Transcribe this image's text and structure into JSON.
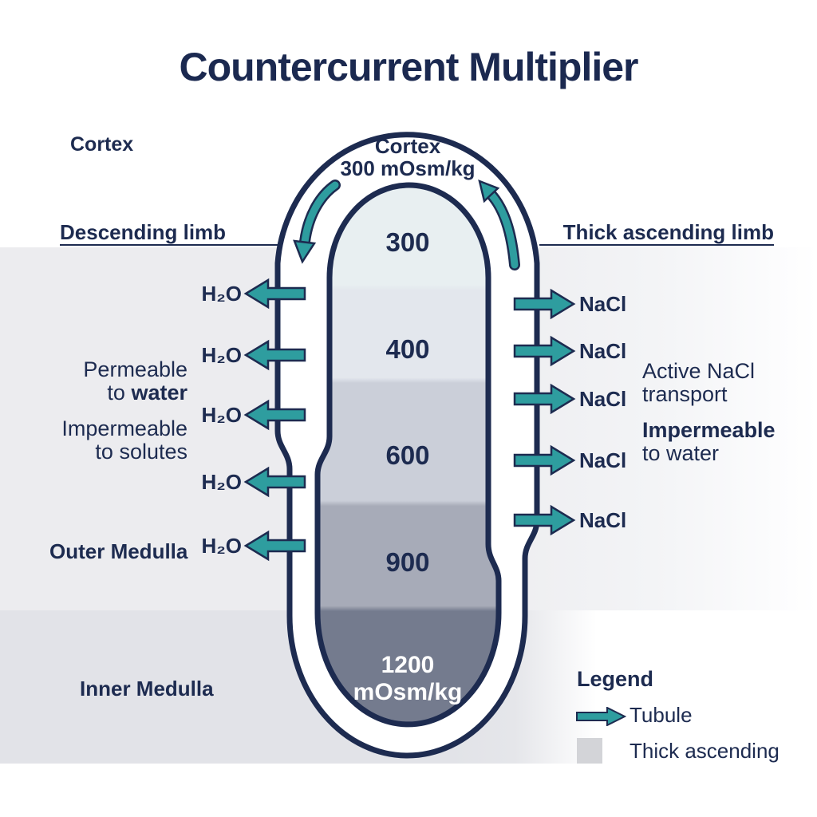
{
  "title": "Countercurrent Multiplier",
  "regions": {
    "cortex": "Cortex",
    "outer_medulla": "Outer Medulla",
    "inner_medulla": "Inner Medulla"
  },
  "limbs": {
    "descending": "Descending limb",
    "ascending": "Thick ascending limb"
  },
  "tube_top": {
    "line1": "Cortex",
    "line2": "300 mOsm/kg"
  },
  "osmolarity_gradient": {
    "unit": "mOsm/kg",
    "v300": "300",
    "v400": "400",
    "v600": "600",
    "v900": "900",
    "v1200_line1": "1200",
    "v1200_line2": "mOsm/kg"
  },
  "transport": {
    "h2o": [
      "H₂O",
      "H₂O",
      "H₂O",
      "H₂O",
      "H₂O"
    ],
    "nacl": [
      "NaCl",
      "NaCl",
      "NaCl",
      "NaCl",
      "NaCl"
    ]
  },
  "annotations": {
    "left": {
      "l1": "Permeable",
      "l2a": "to ",
      "l2b": "water",
      "l3": "Impermeable",
      "l4": "to solutes"
    },
    "right": {
      "l1": "Active NaCl",
      "l2": "transport",
      "l3": "Impermeable",
      "l4": "to water"
    }
  },
  "legend": {
    "title": "Legend",
    "tubule": "Tubule",
    "thick_ascending": "Thick ascending"
  },
  "colors": {
    "navy": "#1d2b50",
    "teal": "#2e9d9f",
    "outer_medulla_bg": "#ececef",
    "inner_medulla_bg": "#e2e3e8",
    "band_300": "#e8eff1",
    "band_400": "#e3e7ed",
    "band_600": "#cbcfd9",
    "band_900": "#a7abb8",
    "band_1200": "#747b8e",
    "legend_square": "#d3d4d8"
  }
}
